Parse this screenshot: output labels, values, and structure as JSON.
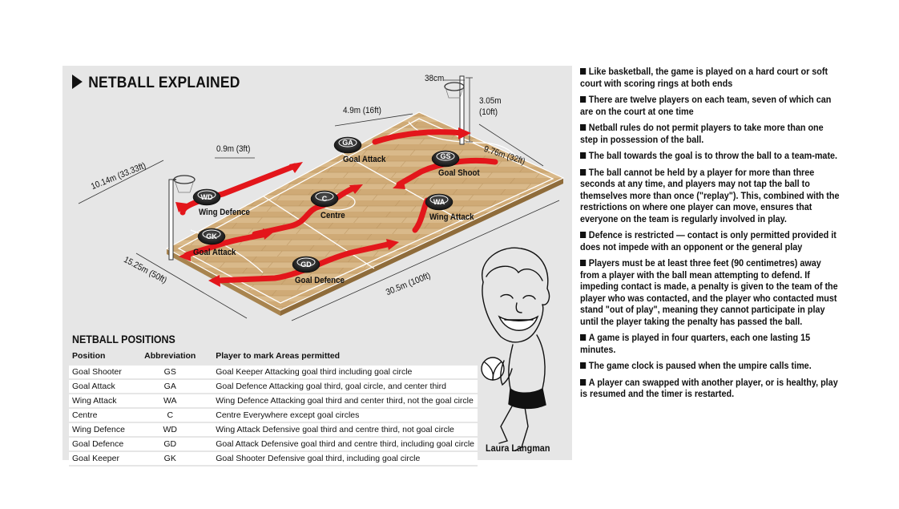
{
  "title": "NETBALL EXPLAINED",
  "dimensions": {
    "hoop": "38cm",
    "post_height_1": "3.05m",
    "post_height_2": "(10ft)",
    "third_length": "4.9m (16ft)",
    "side_third": "9.76m (32ft)",
    "circle_line": "0.9m (3ft)",
    "end_width": "10.14m (33.33ft)",
    "court_width": "15.25m (50ft)",
    "court_length": "30.5m (100ft)"
  },
  "players": [
    {
      "abbr": "GA",
      "label": "Goal Attack"
    },
    {
      "abbr": "GS",
      "label": "Goal Shoot"
    },
    {
      "abbr": "WD",
      "label": "Wing Defence"
    },
    {
      "abbr": "C",
      "label": "Centre"
    },
    {
      "abbr": "WA",
      "label": "Wing Attack"
    },
    {
      "abbr": "GK",
      "label": "Goal Attack"
    },
    {
      "abbr": "GD",
      "label": "Goal Defence"
    }
  ],
  "positions_table": {
    "title": "NETBALL POSITIONS",
    "headers": [
      "Position",
      "Abbreviation",
      "Player to mark Areas permitted"
    ],
    "rows": [
      [
        "Goal Shooter",
        "GS",
        "Goal Keeper Attacking goal third including goal circle"
      ],
      [
        "Goal Attack",
        "GA",
        "Goal Defence Attacking goal third, goal circle, and center third"
      ],
      [
        "Wing Attack",
        "WA",
        "Wing Defence Attacking goal third and center third, not the goal circle"
      ],
      [
        "Centre",
        "C",
        "Centre Everywhere except goal circles"
      ],
      [
        "Wing Defence",
        "WD",
        "Wing Attack Defensive goal third and centre third, not goal circle"
      ],
      [
        "Goal Defence",
        "GD",
        "Goal Attack Defensive goal third and centre third, including goal circle"
      ],
      [
        "Goal Keeper",
        "GK",
        "Goal Shooter Defensive goal third, including goal circle"
      ]
    ]
  },
  "caption": "Laura Langman",
  "facts": [
    "Like basketball, the game is played on a hard court or soft court with scoring rings at both ends",
    "There are twelve players on each team, seven of which can are on the court at one time",
    "Netball rules do not permit players to take more than one step in possession of the ball.",
    "The ball towards the goal is to throw the ball to a team-mate.",
    "The ball cannot be held by a player for more than three seconds at any time, and players may not tap the ball to themselves more than once (\"replay\"). This, combined with the restrictions on where one player can move, ensures that everyone on the team is regularly involved in play.",
    "Defence is restricted — contact is only permitted provided it does not impede with an opponent or the general play",
    "Players must be at least three feet (90 centimetres) away from a player with the ball mean attempting to defend. If impeding contact is made, a penalty is given to the team of the player who was contacted, and the player who contacted must stand \"out of play\", meaning they cannot participate in play until the player taking the penalty has passed the ball.",
    "A game is played in four quarters, each one lasting 15 minutes.",
    "The game clock is paused when the umpire calls time.",
    "A player can swapped with another player, or is healthy, play is resumed and the timer is restarted."
  ]
}
